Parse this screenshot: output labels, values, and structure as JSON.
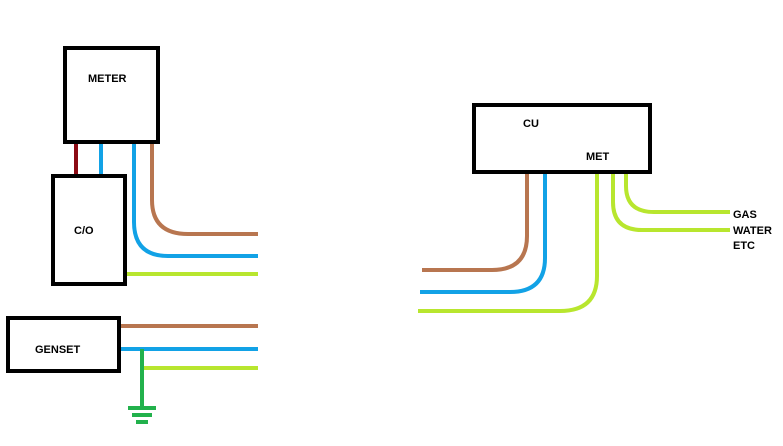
{
  "colors": {
    "brown": "#b87650",
    "blue": "#12a2e6",
    "green_yellow": "#b8e62e",
    "red": "#8b0a14",
    "earth_green": "#22b14c",
    "box_border": "#000000"
  },
  "left_diagram": {
    "meter_label": "METER",
    "co_label": "C/O",
    "genset_label": "GENSET"
  },
  "right_diagram": {
    "cu_label": "CU",
    "met_label": "MET",
    "gas_label": "GAS",
    "water_label": "WATER",
    "etc_label": "ETC"
  }
}
